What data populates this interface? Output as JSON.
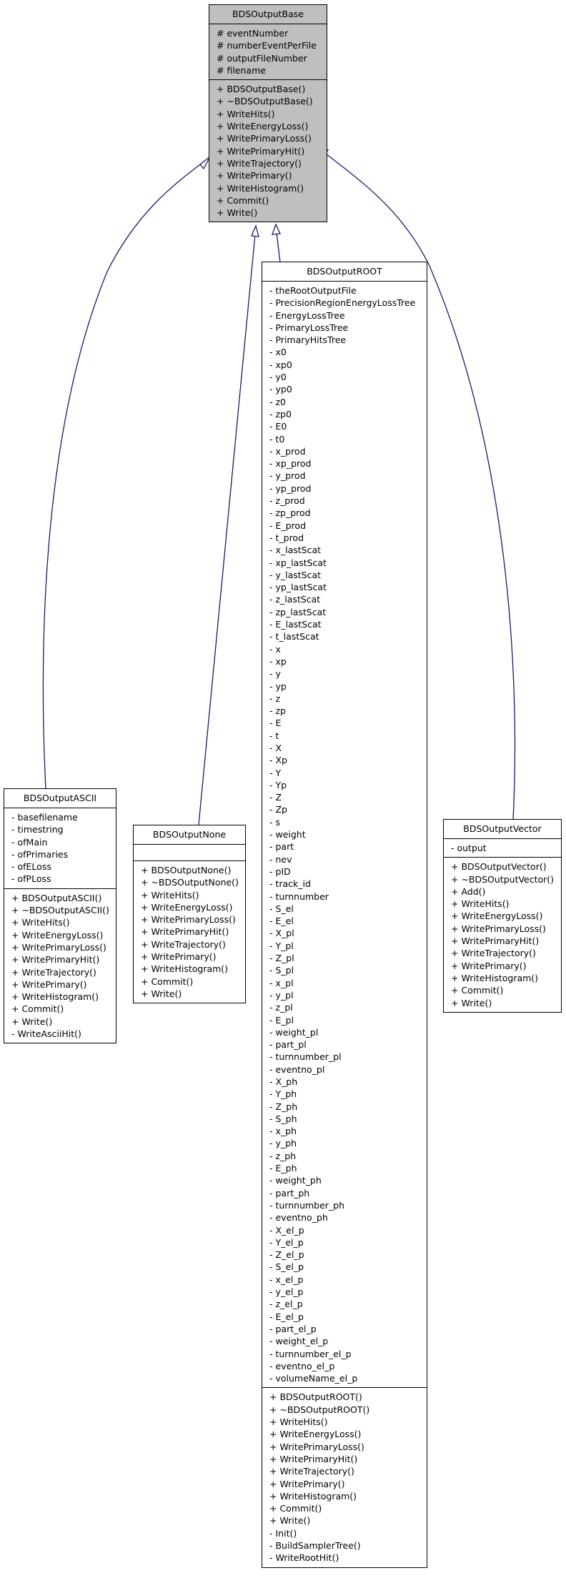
{
  "classes": {
    "base": {
      "name": "BDSOutputBase",
      "attributes": [
        "# eventNumber",
        "# numberEventPerFile",
        "# outputFileNumber",
        "# filename"
      ],
      "methods": [
        "+ BDSOutputBase()",
        "+ ~BDSOutputBase()",
        "+ WriteHits()",
        "+ WriteEnergyLoss()",
        "+ WritePrimaryLoss()",
        "+ WritePrimaryHit()",
        "+ WriteTrajectory()",
        "+ WritePrimary()",
        "+ WriteHistogram()",
        "+ Commit()",
        "+ Write()"
      ]
    },
    "ascii": {
      "name": "BDSOutputASCII",
      "attributes": [
        "- basefilename",
        "- timestring",
        "- ofMain",
        "- ofPrimaries",
        "- ofELoss",
        "- ofPLoss"
      ],
      "methods": [
        "+ BDSOutputASCII()",
        "+ ~BDSOutputASCII()",
        "+ WriteHits()",
        "+ WriteEnergyLoss()",
        "+ WritePrimaryLoss()",
        "+ WritePrimaryHit()",
        "+ WriteTrajectory()",
        "+ WritePrimary()",
        "+ WriteHistogram()",
        "+ Commit()",
        "+ Write()",
        "- WriteAsciiHit()"
      ]
    },
    "none": {
      "name": "BDSOutputNone",
      "attributes": [],
      "methods": [
        "+ BDSOutputNone()",
        "+ ~BDSOutputNone()",
        "+ WriteHits()",
        "+ WriteEnergyLoss()",
        "+ WritePrimaryLoss()",
        "+ WritePrimaryHit()",
        "+ WriteTrajectory()",
        "+ WritePrimary()",
        "+ WriteHistogram()",
        "+ Commit()",
        "+ Write()"
      ]
    },
    "root": {
      "name": "BDSOutputROOT",
      "attributes": [
        "- theRootOutputFile",
        "- PrecisionRegionEnergyLossTree",
        "- EnergyLossTree",
        "- PrimaryLossTree",
        "- PrimaryHitsTree",
        "- x0",
        "- xp0",
        "- y0",
        "- yp0",
        "- z0",
        "- zp0",
        "- E0",
        "- t0",
        "- x_prod",
        "- xp_prod",
        "- y_prod",
        "- yp_prod",
        "- z_prod",
        "- zp_prod",
        "- E_prod",
        "- t_prod",
        "- x_lastScat",
        "- xp_lastScat",
        "- y_lastScat",
        "- yp_lastScat",
        "- z_lastScat",
        "- zp_lastScat",
        "- E_lastScat",
        "- t_lastScat",
        "- x",
        "- xp",
        "- y",
        "- yp",
        "- z",
        "- zp",
        "- E",
        "- t",
        "- X",
        "- Xp",
        "- Y",
        "- Yp",
        "- Z",
        "- Zp",
        "- s",
        "- weight",
        "- part",
        "- nev",
        "- pID",
        "- track_id",
        "- turnnumber",
        "- S_el",
        "- E_el",
        "- X_pl",
        "- Y_pl",
        "- Z_pl",
        "- S_pl",
        "- x_pl",
        "- y_pl",
        "- z_pl",
        "- E_pl",
        "- weight_pl",
        "- part_pl",
        "- turnnumber_pl",
        "- eventno_pl",
        "- X_ph",
        "- Y_ph",
        "- Z_ph",
        "- S_ph",
        "- x_ph",
        "- y_ph",
        "- z_ph",
        "- E_ph",
        "- weight_ph",
        "- part_ph",
        "- turnnumber_ph",
        "- eventno_ph",
        "- X_el_p",
        "- Y_el_p",
        "- Z_el_p",
        "- S_el_p",
        "- x_el_p",
        "- y_el_p",
        "- z_el_p",
        "- E_el_p",
        "- part_el_p",
        "- weight_el_p",
        "- turnnumber_el_p",
        "- eventno_el_p",
        "- volumeName_el_p"
      ],
      "methods": [
        "+ BDSOutputROOT()",
        "+ ~BDSOutputROOT()",
        "+ WriteHits()",
        "+ WriteEnergyLoss()",
        "+ WritePrimaryLoss()",
        "+ WritePrimaryHit()",
        "+ WriteTrajectory()",
        "+ WritePrimary()",
        "+ WriteHistogram()",
        "+ Commit()",
        "+ Write()",
        "- Init()",
        "- BuildSamplerTree()",
        "- WriteRootHit()"
      ]
    },
    "vector": {
      "name": "BDSOutputVector",
      "attributes": [
        "- output"
      ],
      "methods": [
        "+ BDSOutputVector()",
        "+ ~BDSOutputVector()",
        "+ Add()",
        "+ WriteHits()",
        "+ WriteEnergyLoss()",
        "+ WritePrimaryLoss()",
        "+ WritePrimaryHit()",
        "+ WriteTrajectory()",
        "+ WritePrimary()",
        "+ WriteHistogram()",
        "+ Commit()",
        "+ Write()"
      ]
    }
  },
  "edge_color": "#191970"
}
